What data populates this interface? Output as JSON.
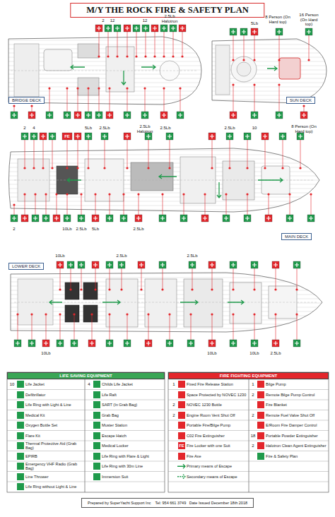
{
  "diagram": {
    "title": "M/Y THE ROCK FIRE & SAFETY PLAN",
    "nodes": [
      {
        "text": [
          "M/Y THE ROCK FIRE & SAFETY PLAN"
        ]
      },
      {
        "text": [
          "BRIDGE DECK"
        ]
      },
      {
        "text": [
          "SUN DECK"
        ]
      },
      {
        "text": [
          "MAIN DECK"
        ]
      },
      {
        "text": [
          "LOWER DECK"
        ]
      },
      {
        "text": [
          "LIFE SAVING EQUIPMENT"
        ]
      },
      {
        "text": [
          "FIRE FIGHTING EQUIPMENT"
        ]
      },
      {
        "text": [
          "Prepared by SuperYacht Support Inc    Tel: 954 661 3749   Date Issued December 18th 2018"
        ]
      }
    ],
    "labels": [
      "2",
      "12",
      "12",
      "2.5Lb Halotron",
      "5Lb",
      "8 Person (On Hard top)",
      "16 Person (On Hard top)",
      "5Lb",
      "2.5Lb Halotron",
      "2.5Lb",
      "10",
      "8 Person (On Hard top)",
      "2",
      "4",
      "2.5Lb",
      "2.5Lb",
      "2",
      "10Lb",
      "2.5Lb",
      "5Lb",
      "2.5Lb",
      "10Lb",
      "2.5Lb",
      "2.5Lb",
      "10Lb",
      "10Lb",
      "10Lb",
      "2.5Lb",
      "FE",
      "10",
      "4",
      "1",
      "2",
      "2",
      "1",
      "2",
      "2",
      "18",
      "2",
      "FE"
    ],
    "legend": [
      {
        "text": "Life Jacket",
        "color": "#1f9a4b"
      },
      {
        "text": "Defibrillator",
        "color": "#1f9a4b"
      },
      {
        "text": "Life Ring with Light & Line",
        "color": "#1f9a4b"
      },
      {
        "text": "Medical Kit",
        "color": "#1f9a4b"
      },
      {
        "text": "Oxygen Bottle Set",
        "color": "#1f9a4b"
      },
      {
        "text": "Flare Kit",
        "color": "#1f9a4b"
      },
      {
        "text": "Thermal Protective Aid (Grab Bag)",
        "color": "#1f9a4b"
      },
      {
        "text": "EPIRB",
        "color": "#1f9a4b"
      },
      {
        "text": "Emergency VHF Radio (Grab Bag)",
        "color": "#1f9a4b"
      },
      {
        "text": "Line Thrower",
        "color": "#1f9a4b"
      },
      {
        "text": "Life Ring without Light & Line",
        "color": "#1f9a4b"
      },
      {
        "text": "Childs Life Jacket",
        "color": "#1f9a4b"
      },
      {
        "text": "Life Raft",
        "color": "#1f9a4b"
      },
      {
        "text": "SART (In Grab Bag)",
        "color": "#1f9a4b"
      },
      {
        "text": "Grab Bag",
        "color": "#1f9a4b"
      },
      {
        "text": "Muster Station",
        "color": "#1f9a4b"
      },
      {
        "text": "Escape Hatch",
        "color": "#1f9a4b"
      },
      {
        "text": "Medical Locker",
        "color": "#1f9a4b"
      },
      {
        "text": "Life Ring with Flare & Light",
        "color": "#1f9a4b"
      },
      {
        "text": "Life Ring with 30m Line",
        "color": "#1f9a4b"
      },
      {
        "text": "Immersion Suit",
        "color": "#1f9a4b"
      },
      {
        "text": "Fixed Fire Release Station",
        "color": "#e3262b"
      },
      {
        "text": "Space Protected by NOVEC 1230",
        "color": "#e3262b"
      },
      {
        "text": "NOVEC 1230 Bottle",
        "color": "#e3262b"
      },
      {
        "text": "Engine Room Vent Shut Off",
        "color": "#e3262b"
      },
      {
        "text": "Portable Fire/Bilge Pump",
        "color": "#e3262b"
      },
      {
        "text": "C02 Fire Extinguisher",
        "color": "#e3262b"
      },
      {
        "text": "Fire Locker with one Suit",
        "color": "#e3262b"
      },
      {
        "text": "Fire Axe",
        "color": "#e3262b"
      },
      {
        "text": "Primary means of Escape"
      },
      {
        "text": "Secondary means of Escape"
      },
      {
        "text": "Bilge Pump",
        "color": "#e3262b"
      },
      {
        "text": "Remote Bilge Pump Control",
        "color": "#e3262b"
      },
      {
        "text": "Fire Blanket",
        "color": "#e3262b"
      },
      {
        "text": "Remote Fuel Valve Shut Off",
        "color": "#e3262b"
      },
      {
        "text": "E/Room Fire Damper Control",
        "color": "#e3262b"
      },
      {
        "text": "Portable Powder Extinguisher",
        "color": "#e3262b"
      },
      {
        "text": "Halotron Clean Agent Extinguisher",
        "color": "#e3262b"
      },
      {
        "text": "Fire & Safety Plan",
        "color": "#1f9a4b"
      }
    ]
  }
}
